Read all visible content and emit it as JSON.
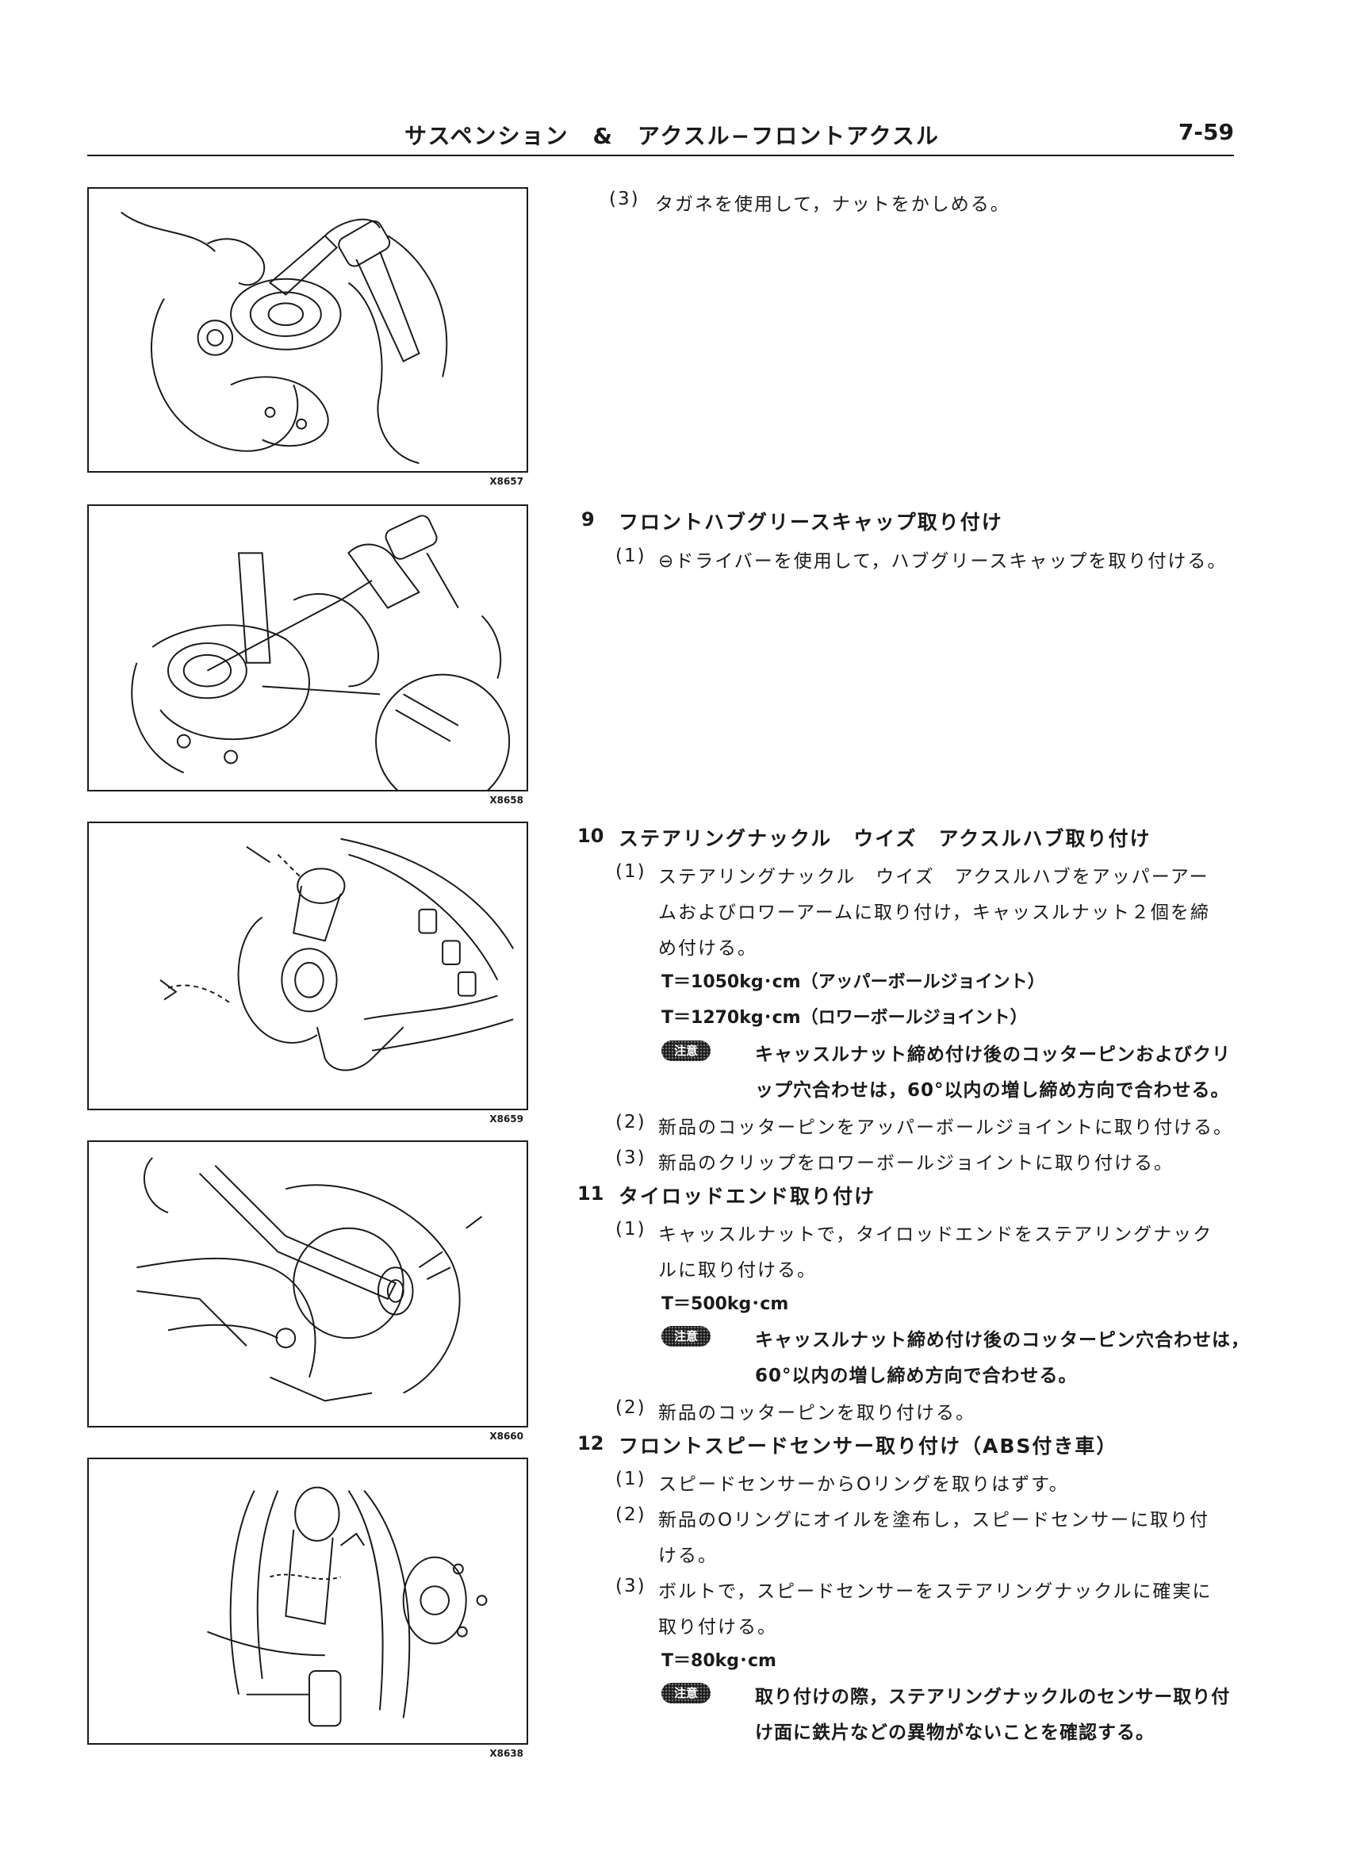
{
  "header": {
    "title": "サスペンション　&　アクスル−フロントアクスル",
    "page_number": "7-59"
  },
  "figures": [
    {
      "code": "X8657"
    },
    {
      "code": "X8658"
    },
    {
      "code": "X8659"
    },
    {
      "code": "X8660"
    },
    {
      "code": "X8638"
    }
  ],
  "steps": {
    "s8_3": {
      "num": "(3)",
      "text": "タガネを使用して，ナットをかしめる。"
    },
    "s9": {
      "num": "9",
      "title": "フロントハブグリースキャップ取り付け",
      "items": [
        {
          "num": "(1)",
          "text": "⊖ドライバーを使用して，ハブグリースキャップを取り付ける。"
        }
      ]
    },
    "s10": {
      "num": "10",
      "title": "ステアリングナックル　ウイズ　アクスルハブ取り付け",
      "item1": {
        "num": "(1)",
        "line1": "ステアリングナックル　ウイズ　アクスルハブをアッパーアー",
        "line2": "ムおよびロワーアームに取り付け，キャッスルナット２個を締",
        "line3": "め付ける。",
        "torque1": "T＝1050kg･cm（アッパーボールジョイント）",
        "torque2": "T＝1270kg･cm（ロワーボールジョイント）",
        "caution": "注意",
        "note1": "キャッスルナット締め付け後のコッターピンおよびクリ",
        "note2": "ップ穴合わせは，60°以内の増し締め方向で合わせる。"
      },
      "item2": {
        "num": "(2)",
        "text": "新品のコッターピンをアッパーボールジョイントに取り付ける。"
      },
      "item3": {
        "num": "(3)",
        "text": "新品のクリップをロワーボールジョイントに取り付ける。"
      }
    },
    "s11": {
      "num": "11",
      "title": "タイロッドエンド取り付け",
      "item1": {
        "num": "(1)",
        "line1": "キャッスルナットで，タイロッドエンドをステアリングナック",
        "line2": "ルに取り付ける。",
        "torque": "T＝500kg･cm",
        "caution": "注意",
        "note1": "キャッスルナット締め付け後のコッターピン穴合わせは，",
        "note2": "60°以内の増し締め方向で合わせる。"
      },
      "item2": {
        "num": "(2)",
        "text": "新品のコッターピンを取り付ける。"
      }
    },
    "s12": {
      "num": "12",
      "title": "フロントスピードセンサー取り付け（ABS付き車）",
      "item1": {
        "num": "(1)",
        "text": "スピードセンサーからOリングを取りはずす。"
      },
      "item2": {
        "num": "(2)",
        "line1": "新品のOリングにオイルを塗布し，スピードセンサーに取り付",
        "line2": "ける。"
      },
      "item3": {
        "num": "(3)",
        "line1": "ボルトで，スピードセンサーをステアリングナックルに確実に",
        "line2": "取り付ける。",
        "torque": "T＝80kg･cm",
        "caution": "注意",
        "note1": "取り付けの際，ステアリングナックルのセンサー取り付",
        "note2": "け面に鉄片などの異物がないことを確認する。"
      }
    }
  }
}
